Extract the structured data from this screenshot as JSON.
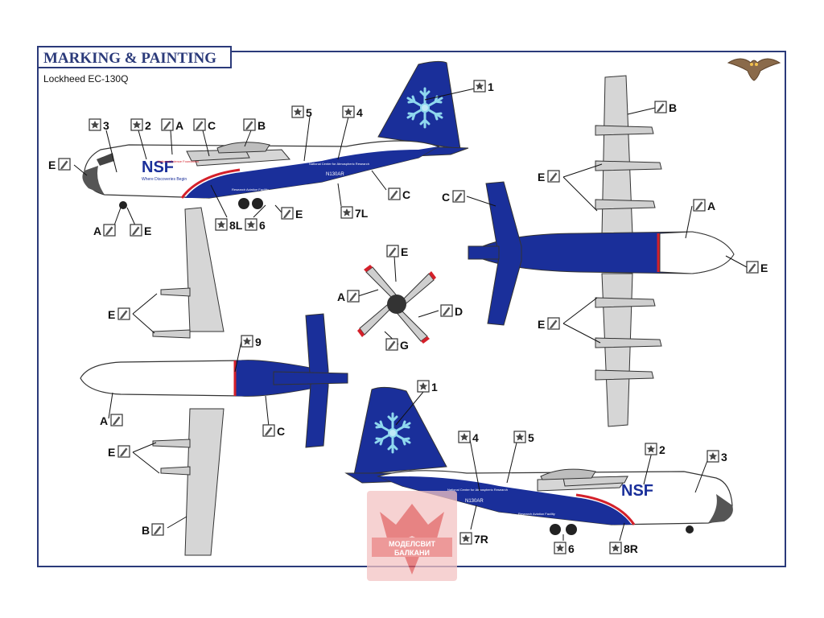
{
  "header": {
    "title": "MARKING & PAINTING",
    "subtitle": "Lockheed EC-130Q"
  },
  "aircraft": {
    "name_text": "National Science Foundation",
    "motto": "Where Discoveries Begin",
    "fuselage_text": "National Center for Atmospheric Research",
    "tail_number": "N130AR",
    "facility_text": "Research Aviation Facility"
  },
  "watermark": {
    "line1": "МОДЕЛСВИТ",
    "line2": "БАЛКАНИ"
  },
  "callouts": {
    "decal": {
      "one_top": "1",
      "two_top": "2",
      "three_top": "3",
      "four_top": "4",
      "five_top": "5",
      "six_top": "6",
      "sevenL": "7L",
      "eightL": "8L",
      "nine": "9",
      "one_bot": "1",
      "two_bot": "2",
      "three_bot": "3",
      "four_bot": "4",
      "five_bot": "5",
      "six_bot": "6",
      "sevenR": "7R",
      "eightR": "8R"
    },
    "paint": {
      "A_nose_top": "A",
      "B_canopy_top": "B",
      "C_fuselage_top": "C",
      "E_nose_top": "E",
      "A_gear_top": "A",
      "E_gear_top": "E",
      "E_belly_top": "E",
      "B_wing_right": "B",
      "E_engines_upper_right": "E",
      "C_tail_right": "C",
      "A_fuselage_right": "A",
      "E_nose_right": "E",
      "E_engines_lower_right": "E",
      "E_prop": "E",
      "A_prop": "A",
      "D_prop": "D",
      "G_prop": "G",
      "E_engines_upper_left": "E",
      "A_nose_left": "A",
      "E_engines_lower_left": "E",
      "B_wing_left": "B",
      "C_tail_left": "C"
    }
  },
  "colors": {
    "blue": "#1a2f9a",
    "red": "#d4202a",
    "grey": "#d6d6d6",
    "frame": "#2b3a7a",
    "title": "#2b3a7a",
    "snowflake": "#8fd8ee"
  }
}
